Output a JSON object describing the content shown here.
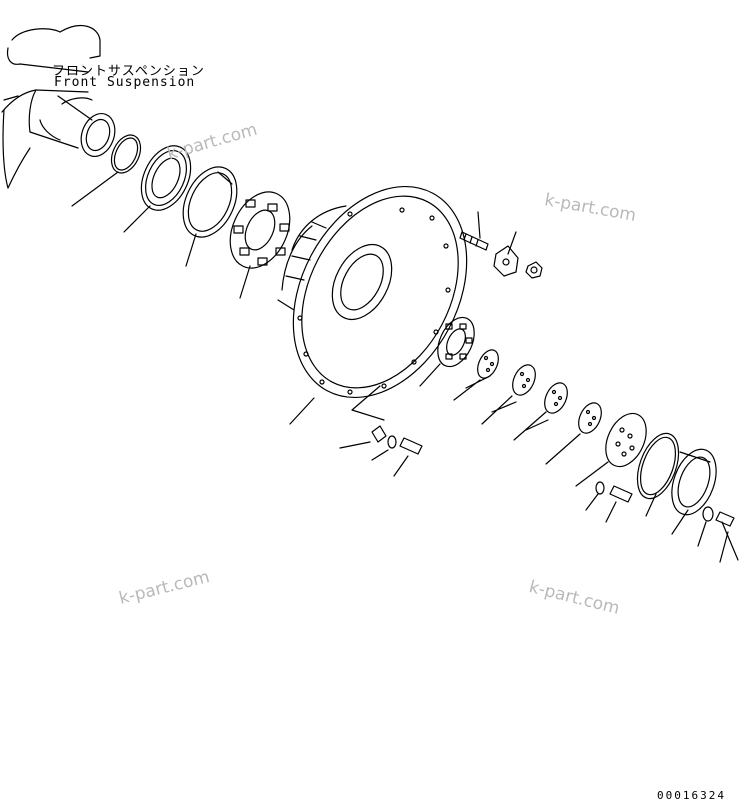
{
  "labels": {
    "jp": "フロントサスペンション",
    "en": "Front Suspension"
  },
  "watermark": "k-part.com",
  "drawing_number": "00016324",
  "colors": {
    "ink": "#000000",
    "watermark": "#b9b9b9",
    "background": "#ffffff"
  }
}
